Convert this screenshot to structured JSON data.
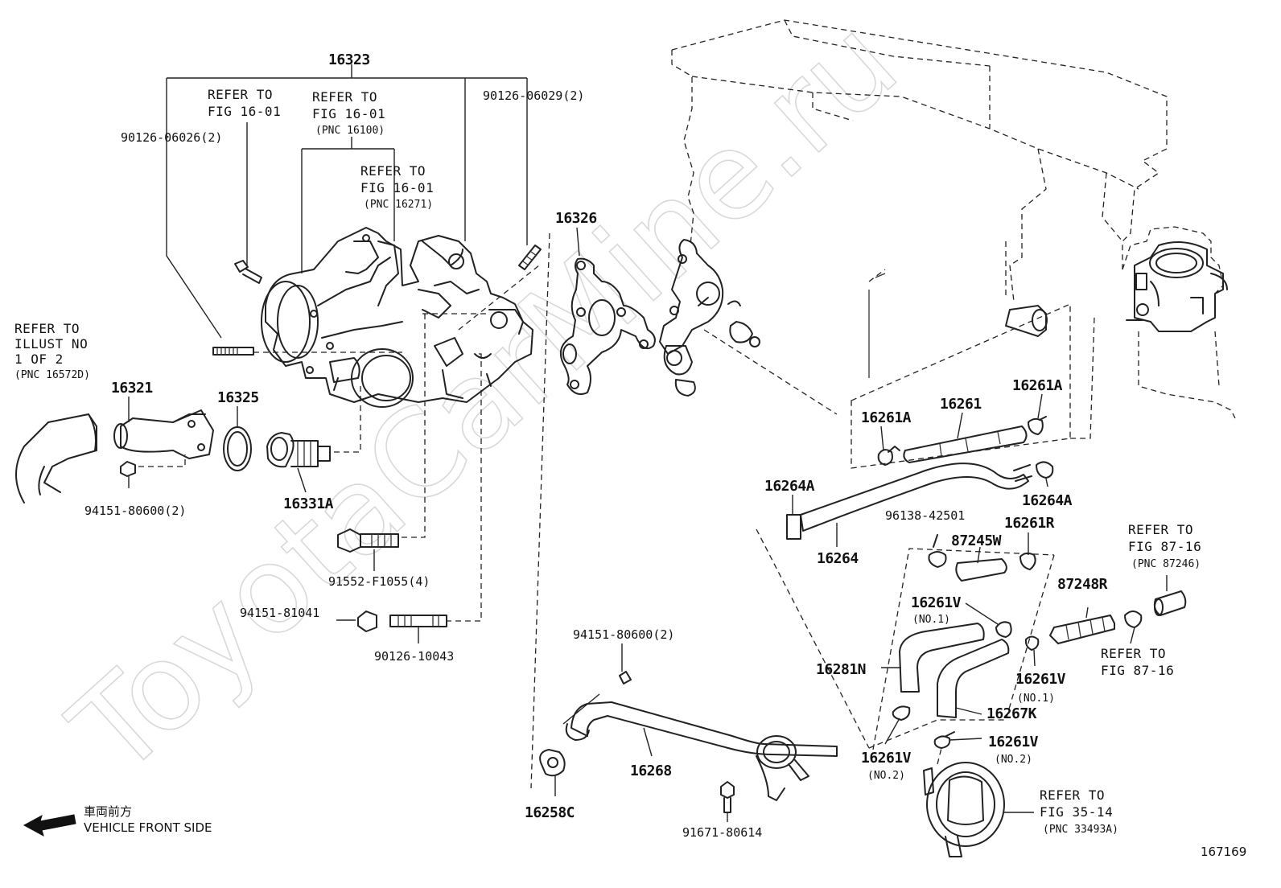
{
  "watermark": "ToyotaCarMine.ru",
  "diagram_id": "167169",
  "front_indicator": {
    "jp_text": "車両前方",
    "en_text": "VEHICLE FRONT SIDE",
    "icon": "arrow-left-icon"
  },
  "parts": [
    "16323",
    "90126-06026(2)",
    "90126-06029(2)",
    "16326",
    "16321",
    "16325",
    "16331A",
    "94151-80600(2)",
    "91552-F1055(4)",
    "94151-81041",
    "90126-10043",
    "16261A",
    "16261",
    "16261A",
    "16264A",
    "16264A",
    "16264",
    "96138-42501",
    "87245W",
    "16261R",
    "87248R",
    "16261V",
    "(NO.1)",
    "16261V",
    "(NO.1)",
    "16281N",
    "16267K",
    "16261V",
    "(NO.2)",
    "16261V",
    "(NO.2)",
    "94151-80600(2)",
    "16268",
    "16258C",
    "91671-80614"
  ],
  "references": [
    {
      "lines": [
        "REFER TO",
        "FIG 16-01"
      ]
    },
    {
      "lines": [
        "REFER TO",
        "FIG 16-01",
        "(PNC 16100)"
      ]
    },
    {
      "lines": [
        "REFER TO",
        "FIG 16-01",
        "(PNC 16271)"
      ]
    },
    {
      "lines": [
        "REFER TO",
        "ILLUST NO",
        "1 OF 2",
        "(PNC 16572D)"
      ]
    },
    {
      "lines": [
        "REFER TO",
        "FIG 87-16",
        "(PNC 87246)"
      ]
    },
    {
      "lines": [
        "REFER TO",
        "FIG 87-16"
      ]
    },
    {
      "lines": [
        "REFER TO",
        "FIG 35-14",
        "(PNC 33493A)"
      ]
    }
  ]
}
